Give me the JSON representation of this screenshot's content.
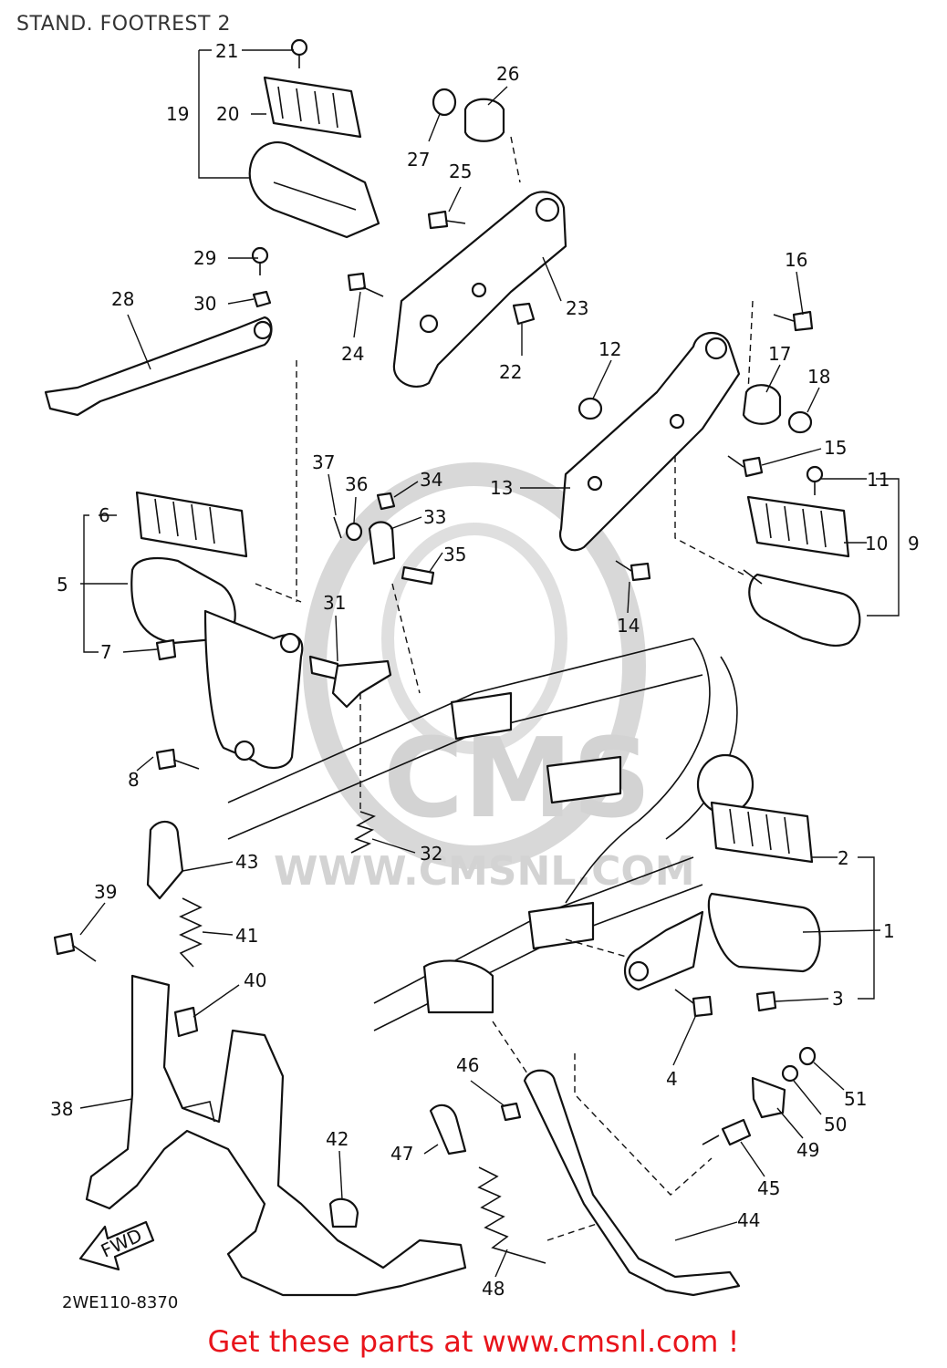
{
  "title": "STAND. FOOTREST 2",
  "drawing_code": "2WE110-8370",
  "fwd_label": "FWD",
  "footer_text": "Get these parts at www.cmsnl.com !",
  "watermark": {
    "brand": "CMS",
    "url": "WWW.CMSNL.COM"
  },
  "colors": {
    "footer": "#e8141b",
    "line": "#111111",
    "watermark": "#d0d0d0"
  },
  "parts": [
    {
      "id": "1",
      "label": "1"
    },
    {
      "id": "2",
      "label": "2"
    },
    {
      "id": "3",
      "label": "3"
    },
    {
      "id": "4",
      "label": "4"
    },
    {
      "id": "5",
      "label": "5"
    },
    {
      "id": "6",
      "label": "6"
    },
    {
      "id": "7",
      "label": "7"
    },
    {
      "id": "8",
      "label": "8"
    },
    {
      "id": "9",
      "label": "9"
    },
    {
      "id": "10",
      "label": "10"
    },
    {
      "id": "11",
      "label": "11"
    },
    {
      "id": "12",
      "label": "12"
    },
    {
      "id": "13",
      "label": "13"
    },
    {
      "id": "14",
      "label": "14"
    },
    {
      "id": "15",
      "label": "15"
    },
    {
      "id": "16",
      "label": "16"
    },
    {
      "id": "17",
      "label": "17"
    },
    {
      "id": "18",
      "label": "18"
    },
    {
      "id": "19",
      "label": "19"
    },
    {
      "id": "20",
      "label": "20"
    },
    {
      "id": "21",
      "label": "21"
    },
    {
      "id": "22",
      "label": "22"
    },
    {
      "id": "23",
      "label": "23"
    },
    {
      "id": "24",
      "label": "24"
    },
    {
      "id": "25",
      "label": "25"
    },
    {
      "id": "26",
      "label": "26"
    },
    {
      "id": "27",
      "label": "27"
    },
    {
      "id": "28",
      "label": "28"
    },
    {
      "id": "29",
      "label": "29"
    },
    {
      "id": "30",
      "label": "30"
    },
    {
      "id": "31",
      "label": "31"
    },
    {
      "id": "32",
      "label": "32"
    },
    {
      "id": "33",
      "label": "33"
    },
    {
      "id": "34",
      "label": "34"
    },
    {
      "id": "35",
      "label": "35"
    },
    {
      "id": "36",
      "label": "36"
    },
    {
      "id": "37",
      "label": "37"
    },
    {
      "id": "38",
      "label": "38"
    },
    {
      "id": "39",
      "label": "39"
    },
    {
      "id": "40",
      "label": "40"
    },
    {
      "id": "41",
      "label": "41"
    },
    {
      "id": "42",
      "label": "42"
    },
    {
      "id": "43",
      "label": "43"
    },
    {
      "id": "44",
      "label": "44"
    },
    {
      "id": "45",
      "label": "45"
    },
    {
      "id": "46",
      "label": "46"
    },
    {
      "id": "47",
      "label": "47"
    },
    {
      "id": "48",
      "label": "48"
    },
    {
      "id": "49",
      "label": "49"
    },
    {
      "id": "50",
      "label": "50"
    },
    {
      "id": "51",
      "label": "51"
    }
  ]
}
